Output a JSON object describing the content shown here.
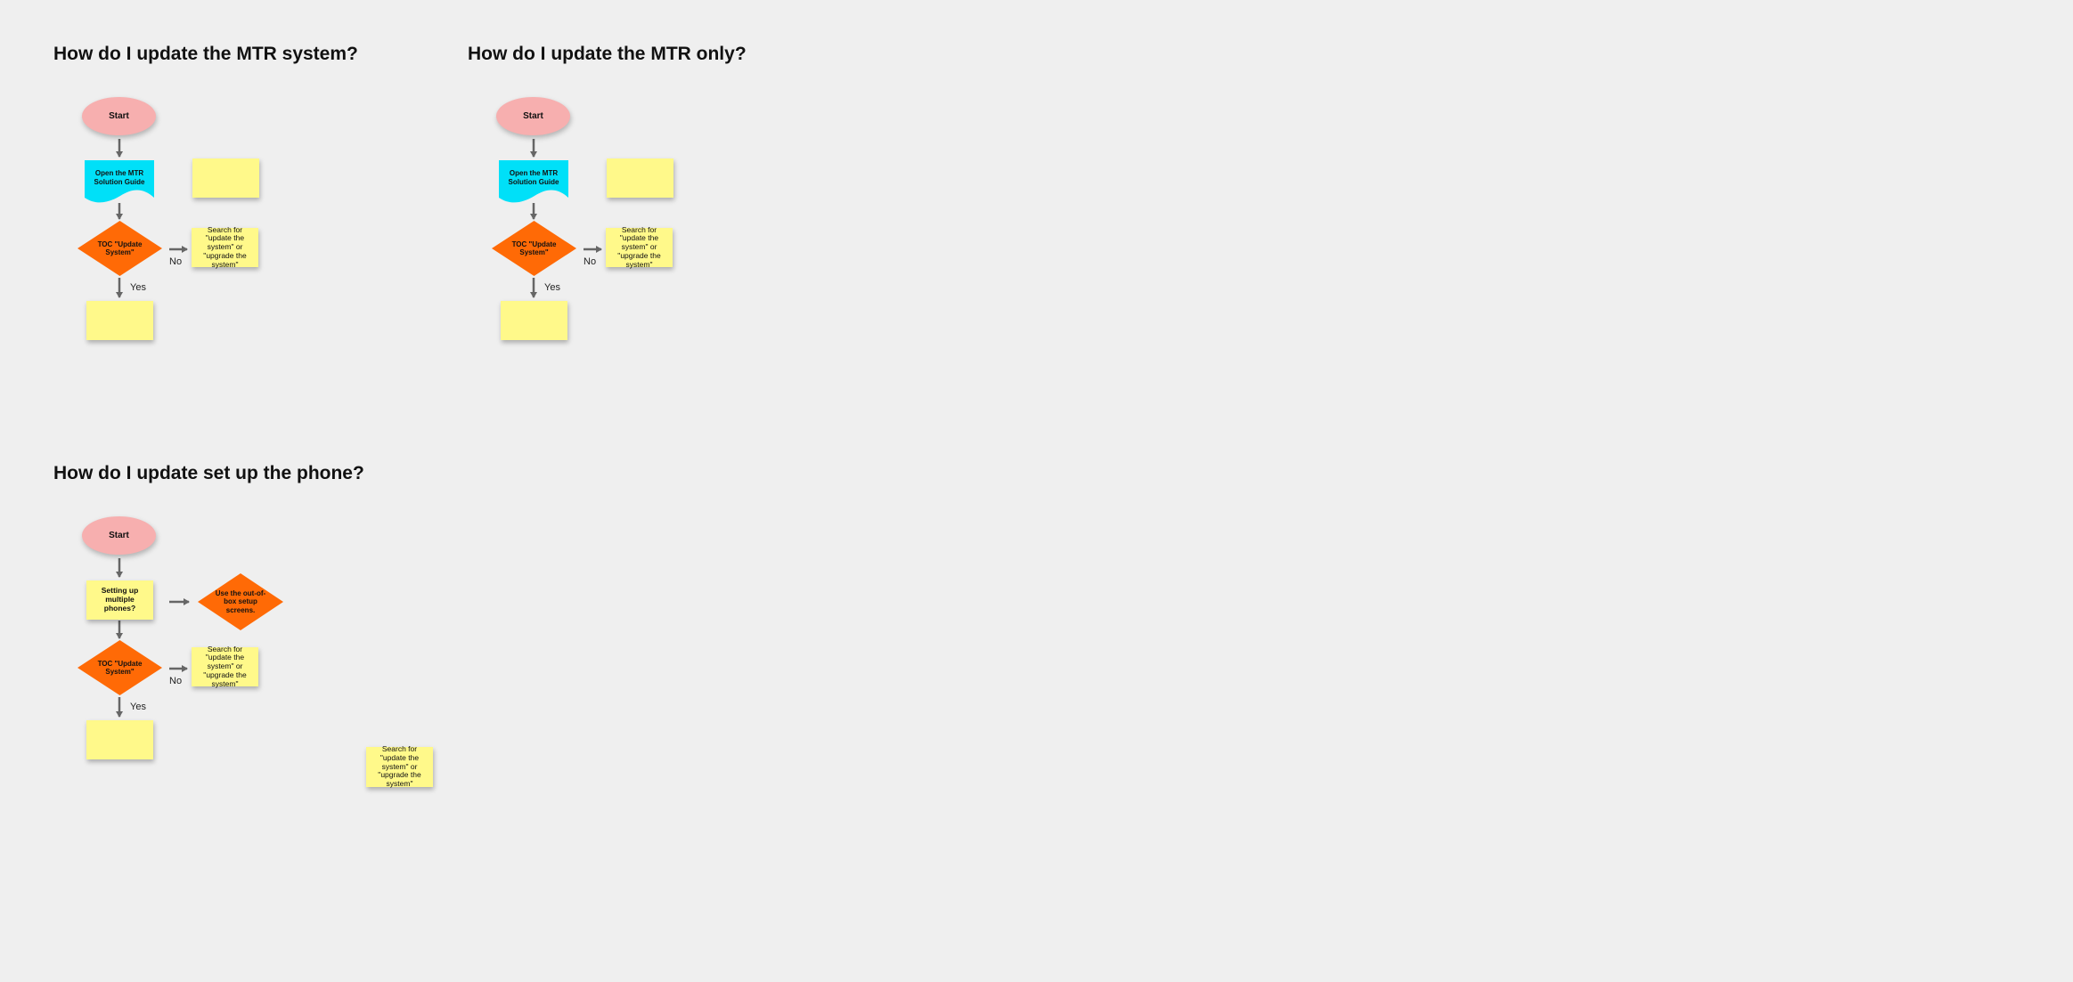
{
  "colors": {
    "background": "#efefef",
    "start": "#f7afaf",
    "document": "#00e0f8",
    "decision": "#ff6a06",
    "sticky": "#fff98a",
    "connector": "#666666"
  },
  "flows": [
    {
      "title": "How do I update the MTR system?",
      "start": "Start",
      "doc": "Open the MTR Solution Guide",
      "decision": "TOC \"Update System\"",
      "no_label": "No",
      "yes_label": "Yes",
      "search_note": "Search for \"update the system\" or \"upgrade the system\""
    },
    {
      "title": "How do I update the MTR only?",
      "start": "Start",
      "doc": "Open the MTR Solution Guide",
      "decision": "TOC \"Update System\"",
      "no_label": "No",
      "yes_label": "Yes",
      "search_note": "Search for \"update the system\" or \"upgrade the system\""
    },
    {
      "title": "How do I update set up the phone?",
      "start": "Start",
      "step": "Setting up multiple phones?",
      "side_decision": "Use the out-of-box setup screens.",
      "decision": "TOC \"Update System\"",
      "no_label": "No",
      "yes_label": "Yes",
      "search_note": "Search for \"update the system\" or \"upgrade the system\""
    }
  ],
  "loose_note": "Search for \"update the system\" or \"upgrade the system\""
}
